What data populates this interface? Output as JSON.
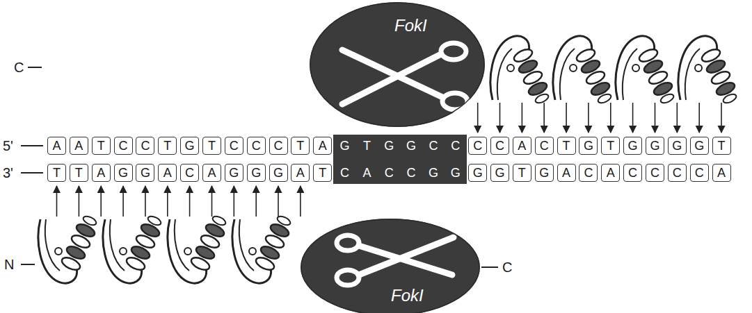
{
  "diagram": {
    "nodes": [
      {
        "text": [
          "FokI"
        ]
      },
      {
        "text": [
          "A"
        ]
      },
      {
        "text": [
          "A"
        ]
      },
      {
        "text": [
          "T"
        ]
      },
      {
        "text": [
          "C"
        ]
      },
      {
        "text": [
          "C"
        ]
      },
      {
        "text": [
          "T"
        ]
      },
      {
        "text": [
          "G"
        ]
      },
      {
        "text": [
          "T"
        ]
      },
      {
        "text": [
          "C"
        ]
      },
      {
        "text": [
          "C"
        ]
      },
      {
        "text": [
          "C"
        ]
      },
      {
        "text": [
          "T"
        ]
      },
      {
        "text": [
          "A"
        ]
      },
      {
        "text": [
          "G"
        ]
      },
      {
        "text": [
          "T"
        ]
      },
      {
        "text": [
          "G"
        ]
      },
      {
        "text": [
          "G"
        ]
      },
      {
        "text": [
          "C"
        ]
      },
      {
        "text": [
          "C"
        ]
      },
      {
        "text": [
          "C"
        ]
      },
      {
        "text": [
          "C"
        ]
      },
      {
        "text": [
          "A"
        ]
      },
      {
        "text": [
          "C"
        ]
      },
      {
        "text": [
          "T"
        ]
      },
      {
        "text": [
          "G"
        ]
      },
      {
        "text": [
          "T"
        ]
      },
      {
        "text": [
          "G"
        ]
      },
      {
        "text": [
          "G"
        ]
      },
      {
        "text": [
          "G"
        ]
      },
      {
        "text": [
          "G"
        ]
      },
      {
        "text": [
          "T"
        ]
      },
      {
        "text": [
          "T"
        ]
      },
      {
        "text": [
          "T"
        ]
      },
      {
        "text": [
          "A"
        ]
      },
      {
        "text": [
          "G"
        ]
      },
      {
        "text": [
          "G"
        ]
      },
      {
        "text": [
          "A"
        ]
      },
      {
        "text": [
          "C"
        ]
      },
      {
        "text": [
          "A"
        ]
      },
      {
        "text": [
          "G"
        ]
      },
      {
        "text": [
          "G"
        ]
      },
      {
        "text": [
          "G"
        ]
      },
      {
        "text": [
          "A"
        ]
      },
      {
        "text": [
          "T"
        ]
      },
      {
        "text": [
          "C"
        ]
      },
      {
        "text": [
          "A"
        ]
      },
      {
        "text": [
          "C"
        ]
      },
      {
        "text": [
          "C"
        ]
      },
      {
        "text": [
          "G"
        ]
      },
      {
        "text": [
          "G"
        ]
      },
      {
        "text": [
          "G"
        ]
      },
      {
        "text": [
          "G"
        ]
      },
      {
        "text": [
          "T"
        ]
      },
      {
        "text": [
          "G"
        ]
      },
      {
        "text": [
          "A"
        ]
      },
      {
        "text": [
          "C"
        ]
      },
      {
        "text": [
          "A"
        ]
      },
      {
        "text": [
          "C"
        ]
      },
      {
        "text": [
          "C"
        ]
      },
      {
        "text": [
          "C"
        ]
      },
      {
        "text": [
          "C"
        ]
      },
      {
        "text": [
          "A"
        ]
      },
      {
        "text": [
          "FokI"
        ]
      }
    ],
    "labels": [
      "C",
      "5'",
      "3'",
      "N",
      "C"
    ]
  }
}
